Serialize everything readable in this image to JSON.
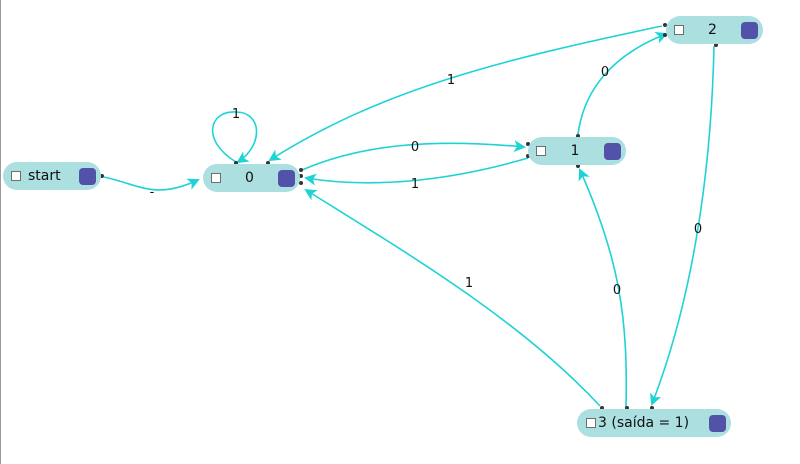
{
  "colors": {
    "edge": "#1ed3d6",
    "node_fill": "#abdfe0",
    "handle": "#5253a8"
  },
  "nodes": {
    "start": {
      "label": "start"
    },
    "s0": {
      "label": "0"
    },
    "s1": {
      "label": "1"
    },
    "s2": {
      "label": "2"
    },
    "s3": {
      "label": "3 (saída = 1)"
    }
  },
  "edges": {
    "e_start_0": {
      "label": "-"
    },
    "e_0_0": {
      "label": "1"
    },
    "e_0_1": {
      "label": "0"
    },
    "e_1_0": {
      "label": "1"
    },
    "e_1_2": {
      "label": "0"
    },
    "e_2_0": {
      "label": "1"
    },
    "e_2_3": {
      "label": "0"
    },
    "e_3_1": {
      "label": "0"
    },
    "e_3_0": {
      "label": "1"
    }
  }
}
